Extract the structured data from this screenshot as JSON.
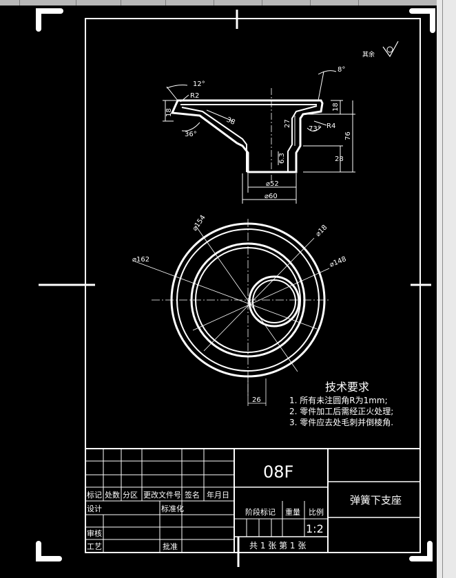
{
  "dimensions": {
    "angle_12": "12°",
    "r2": "R2",
    "d18_left": "18",
    "d38": "38",
    "angle_36": "36°",
    "angle_8": "8°",
    "d18_right": "18",
    "d27": "27",
    "angle_73": "73°",
    "r4": "R4",
    "d76": "76",
    "d28": "28",
    "d63": "6.3",
    "dia52": "⌀52",
    "dia60": "⌀60",
    "dia154": "⌀154",
    "dia18": "⌀18",
    "dia162": "⌀162",
    "dia148": "⌀148",
    "d26": "26"
  },
  "surface_note": "其余",
  "tech": {
    "title": "技术要求",
    "items": [
      "1.  所有未注圆角R为1mm;",
      "2.  零件加工后需经正火处理;",
      "3.  零件应去处毛刺并倒棱角."
    ]
  },
  "title_block": {
    "material": "08F",
    "part_name": "弹簧下支座",
    "mark": "标记",
    "count": "处数",
    "zone": "分区",
    "change_doc": "更改文件号",
    "signature": "签名",
    "date": "年月日",
    "design": "设计",
    "standardize": "标准化",
    "stage_mark": "阶段标记",
    "weight": "重量",
    "scale_label": "比例",
    "scale": "1:2",
    "review": "审核",
    "process": "工艺",
    "approve": "批准",
    "sheets": "共 1 张 第 1 张"
  }
}
